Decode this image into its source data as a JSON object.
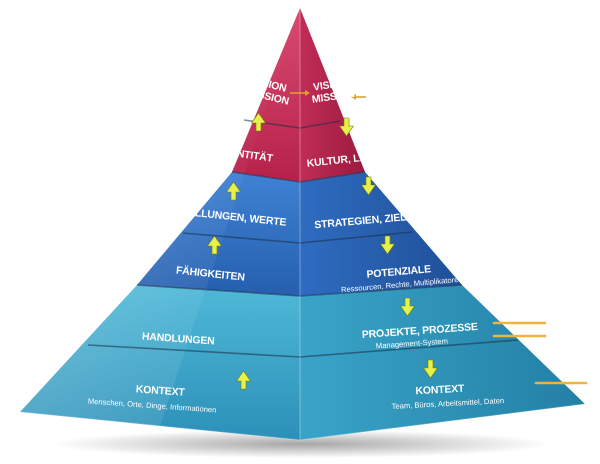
{
  "pyramid": {
    "left_face": [
      {
        "lines": [
          "VISION",
          "MISSION"
        ]
      },
      {
        "lines": [
          "IDENTITÄT"
        ]
      },
      {
        "lines": [
          "EINSTELLUNGEN, WERTE"
        ]
      },
      {
        "lines": [
          "FÄHIGKEITEN"
        ]
      },
      {
        "lines": [
          "HANDLUNGEN"
        ]
      },
      {
        "lines": [
          "KONTEXT"
        ],
        "subtitle": "Menschen, Orte, Dinge, Informationen"
      }
    ],
    "right_face": [
      {
        "lines": [
          "VISION",
          "MISSION"
        ]
      },
      {
        "lines": [
          "KULTUR, LEITBILD"
        ]
      },
      {
        "lines": [
          "STRATEGIEN, ZIELE"
        ]
      },
      {
        "lines": [
          "POTENZIALE"
        ],
        "subtitle": "Ressourcen, Rechte, Multiplikatoren"
      },
      {
        "lines": [
          "PROJEKTE, PROZESSE"
        ],
        "subtitle": "Management-System"
      },
      {
        "lines": [
          "KONTEXT"
        ],
        "subtitle": "Team, Büros, Arbeitsmittel, Daten"
      }
    ]
  },
  "colors": {
    "top_band": "#c42f58",
    "middle_band": "#2e6fc2",
    "bottom_band": "#3aa7c9",
    "arrow_green": "#e6f24a",
    "arrow_orange": "#f2b33a"
  }
}
